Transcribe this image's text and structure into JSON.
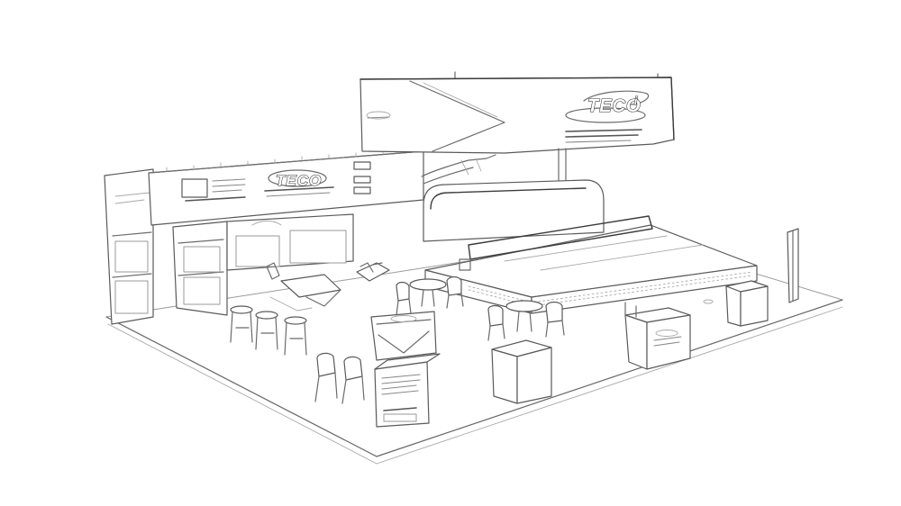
{
  "brand": {
    "hanging_sign_logo": "TECO",
    "back_wall_logo": "TECO",
    "logo_superscript": "i"
  },
  "colors": {
    "line": "#6b6b6b",
    "line_dark": "#3c3c3c",
    "background": "#ffffff"
  }
}
